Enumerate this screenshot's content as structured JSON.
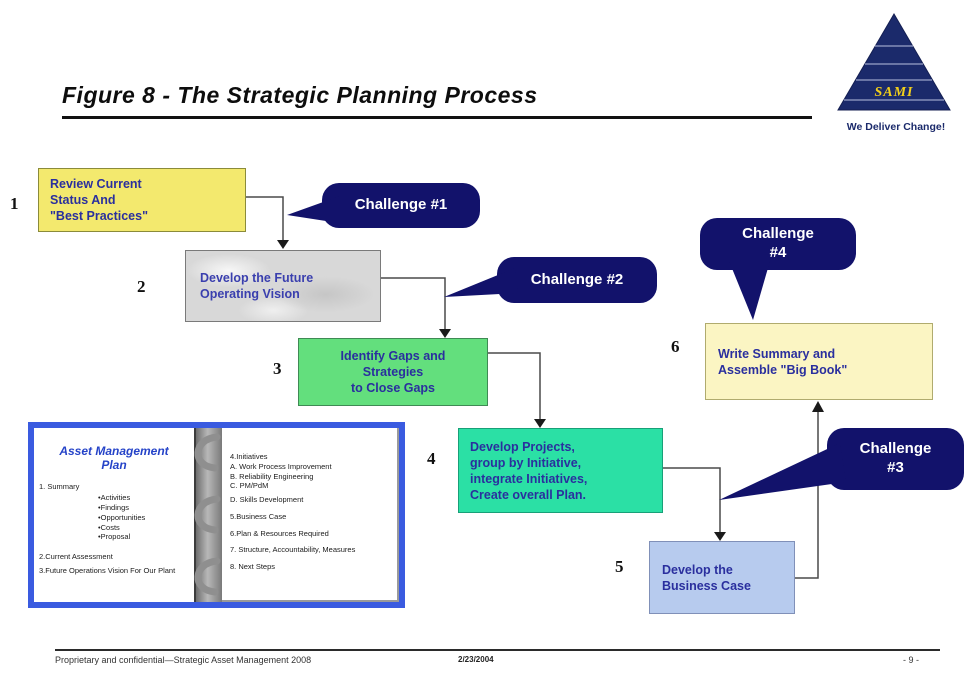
{
  "page": {
    "title": "Figure 8 - The Strategic Planning Process"
  },
  "logo": {
    "brand": "SAMI",
    "tagline": "We Deliver Change!"
  },
  "steps": [
    {
      "num": "1",
      "lines": [
        "Review Current",
        "Status And",
        "\"Best Practices\""
      ]
    },
    {
      "num": "2",
      "lines": [
        "Develop the Future",
        "Operating Vision"
      ]
    },
    {
      "num": "3",
      "lines": [
        "Identify Gaps and",
        "Strategies",
        "to Close Gaps"
      ]
    },
    {
      "num": "4",
      "lines": [
        "Develop Projects,",
        "group by Initiative,",
        "integrate Initiatives,",
        "Create overall Plan."
      ]
    },
    {
      "num": "5",
      "lines": [
        "Develop the",
        "Business Case"
      ]
    },
    {
      "num": "6",
      "lines": [
        "Write Summary and",
        "Assemble \"Big Book\""
      ]
    }
  ],
  "challenges": [
    {
      "lines": [
        "Challenge #1"
      ]
    },
    {
      "lines": [
        "Challenge #2"
      ]
    },
    {
      "lines": [
        "Challenge",
        "#3"
      ]
    },
    {
      "lines": [
        "Challenge",
        "#4"
      ]
    }
  ],
  "binder": {
    "title_lines": [
      "Asset Management",
      "Plan"
    ],
    "summary": "1. Summary",
    "bullets": [
      "Activities",
      "Findings",
      "Opportunities",
      "Costs",
      "Proposal"
    ],
    "item2": "2.Current Assessment",
    "item3": "3.Future Operations Vision For Our Plant",
    "right_items": [
      "4.Initiatives",
      "A. Work Process Improvement",
      "B. Reliability Engineering",
      "C. PM/PdM",
      "D. Skills Development",
      "5.Business Case",
      "6.Plan & Resources Required",
      "7. Structure, Accountability, Measures",
      "8. Next Steps"
    ]
  },
  "footer": {
    "left": "Proprietary and confidential—Strategic Asset Management 2008",
    "center": "2/23/2004",
    "right": "- 9 -"
  },
  "colors": {
    "bubble_navy": "#12126b",
    "box1_yellow": "#f3e96e",
    "box2_marble": "#d8d8d8",
    "box3_green": "#63df7d",
    "box4_teal": "#2be0a5",
    "box5_blue": "#b7cbee",
    "box6_cream": "#fbf5c3",
    "binder_frame_blue": "#3a5be0",
    "step_text_navy": "#2a2f9e"
  }
}
